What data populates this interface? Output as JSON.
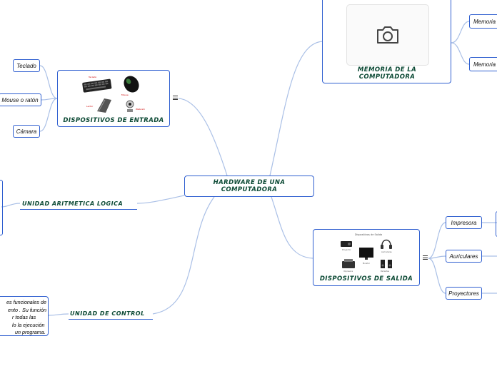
{
  "central": "HARDWARE DE UNA COMPUTADORA",
  "memoria": {
    "title": "MEMORIA DE LA COMPUTADORA",
    "children": [
      "Memoria P",
      "Memoria S"
    ]
  },
  "entrada": {
    "title": "DISPOSITIVOS DE ENTRADA",
    "children": [
      "Teclado",
      "Mouse o ratón",
      "Cámara"
    ]
  },
  "alu": {
    "title": "UNIDAD ARITMETICA LOGICA"
  },
  "control": {
    "title": "UNIDAD DE CONTROL",
    "note_lines": [
      "es  funcionales de",
      "ento . Su función",
      "r todas las",
      "lo la ejecución",
      "un programa."
    ]
  },
  "salida": {
    "title": "DISPOSITIVOS DE SALIDA",
    "image_caption": "Dispositivos de Salida",
    "children": [
      "Impresora",
      "Auriculares",
      "Proyectores"
    ]
  },
  "colors": {
    "border": "#2f5fd0",
    "connector": "#9ab4de",
    "title_text": "#0c4a35"
  }
}
